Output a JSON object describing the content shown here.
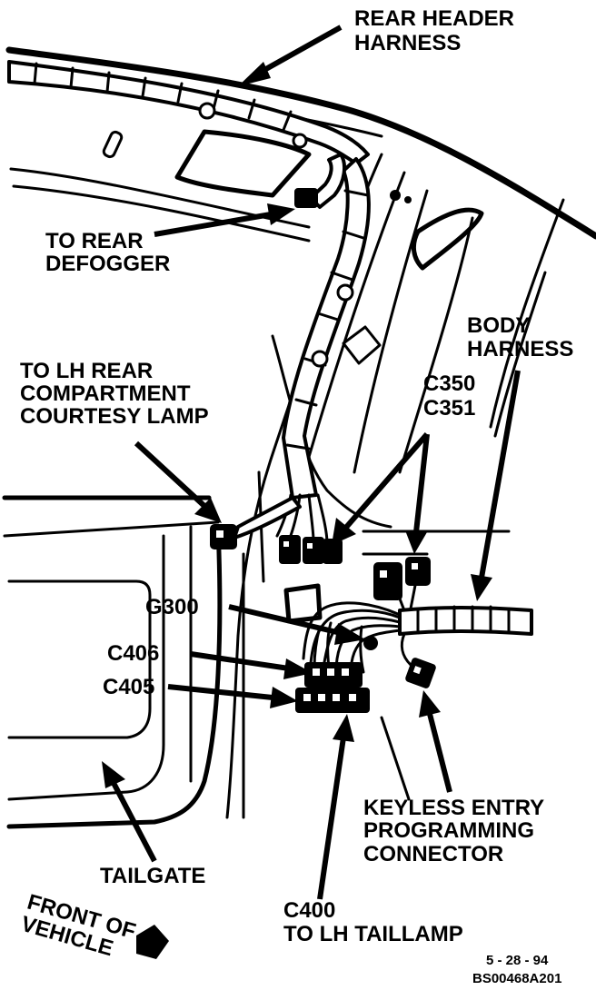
{
  "diagram": {
    "labels": {
      "rear_header_harness": [
        "REAR HEADER",
        "HARNESS"
      ],
      "to_rear_defogger": [
        "TO REAR",
        "DEFOGGER"
      ],
      "to_lh_rear_compartment": [
        "TO LH REAR",
        "COMPARTMENT",
        "COURTESY LAMP"
      ],
      "body_harness": [
        "BODY",
        "HARNESS"
      ],
      "c350_c351": [
        "C350",
        "C351"
      ],
      "g300": "G300",
      "c406": "C406",
      "c405": "C405",
      "keyless_entry": [
        "KEYLESS ENTRY",
        "PROGRAMMING",
        "CONNECTOR"
      ],
      "tailgate": "TAILGATE",
      "c400": [
        "C400",
        "TO LH TAILLAMP"
      ],
      "front_of_vehicle": [
        "FRONT OF",
        "VEHICLE"
      ]
    },
    "footer": {
      "date": "5 - 28 - 94",
      "code": "BS00468A201"
    }
  }
}
